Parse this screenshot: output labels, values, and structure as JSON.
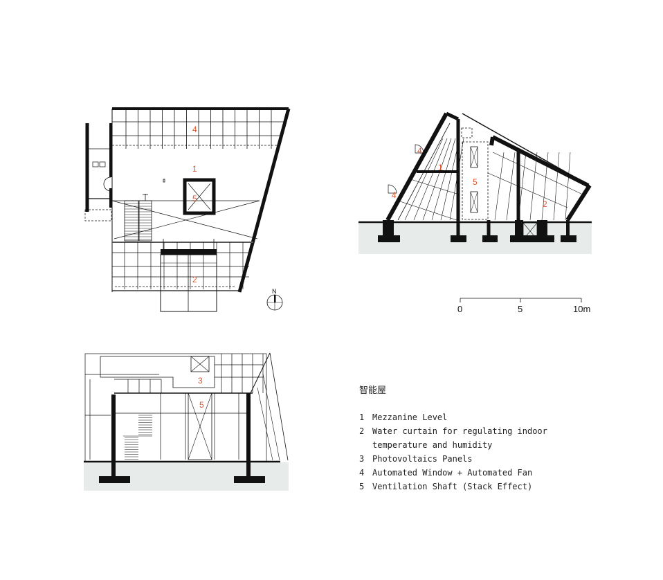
{
  "colors": {
    "label": "#e0562b",
    "ground": "#e7ebe9",
    "ink": "#111111"
  },
  "plan": {
    "labels": [
      "4",
      "1",
      "5",
      "2"
    ],
    "compass": {
      "letter": "N",
      "icon": "north-arrow-icon"
    }
  },
  "section_a": {
    "labels": [
      "4",
      "1",
      "5",
      "4",
      "2"
    ]
  },
  "section_b": {
    "labels": [
      "3",
      "5"
    ]
  },
  "scale_bar": {
    "ticks": [
      "0",
      "5",
      "10m"
    ]
  },
  "legend": {
    "title": "智能屋",
    "items": [
      {
        "num": "1",
        "text": "Mezzanine Level"
      },
      {
        "num": "2",
        "text": "Water curtain for regulating indoor",
        "cont": "temperature and humidity"
      },
      {
        "num": "3",
        "text": "Photovoltaics Panels"
      },
      {
        "num": "4",
        "text": "Automated Window + Automated Fan"
      },
      {
        "num": "5",
        "text": "Ventilation Shaft (Stack Effect)"
      }
    ]
  }
}
